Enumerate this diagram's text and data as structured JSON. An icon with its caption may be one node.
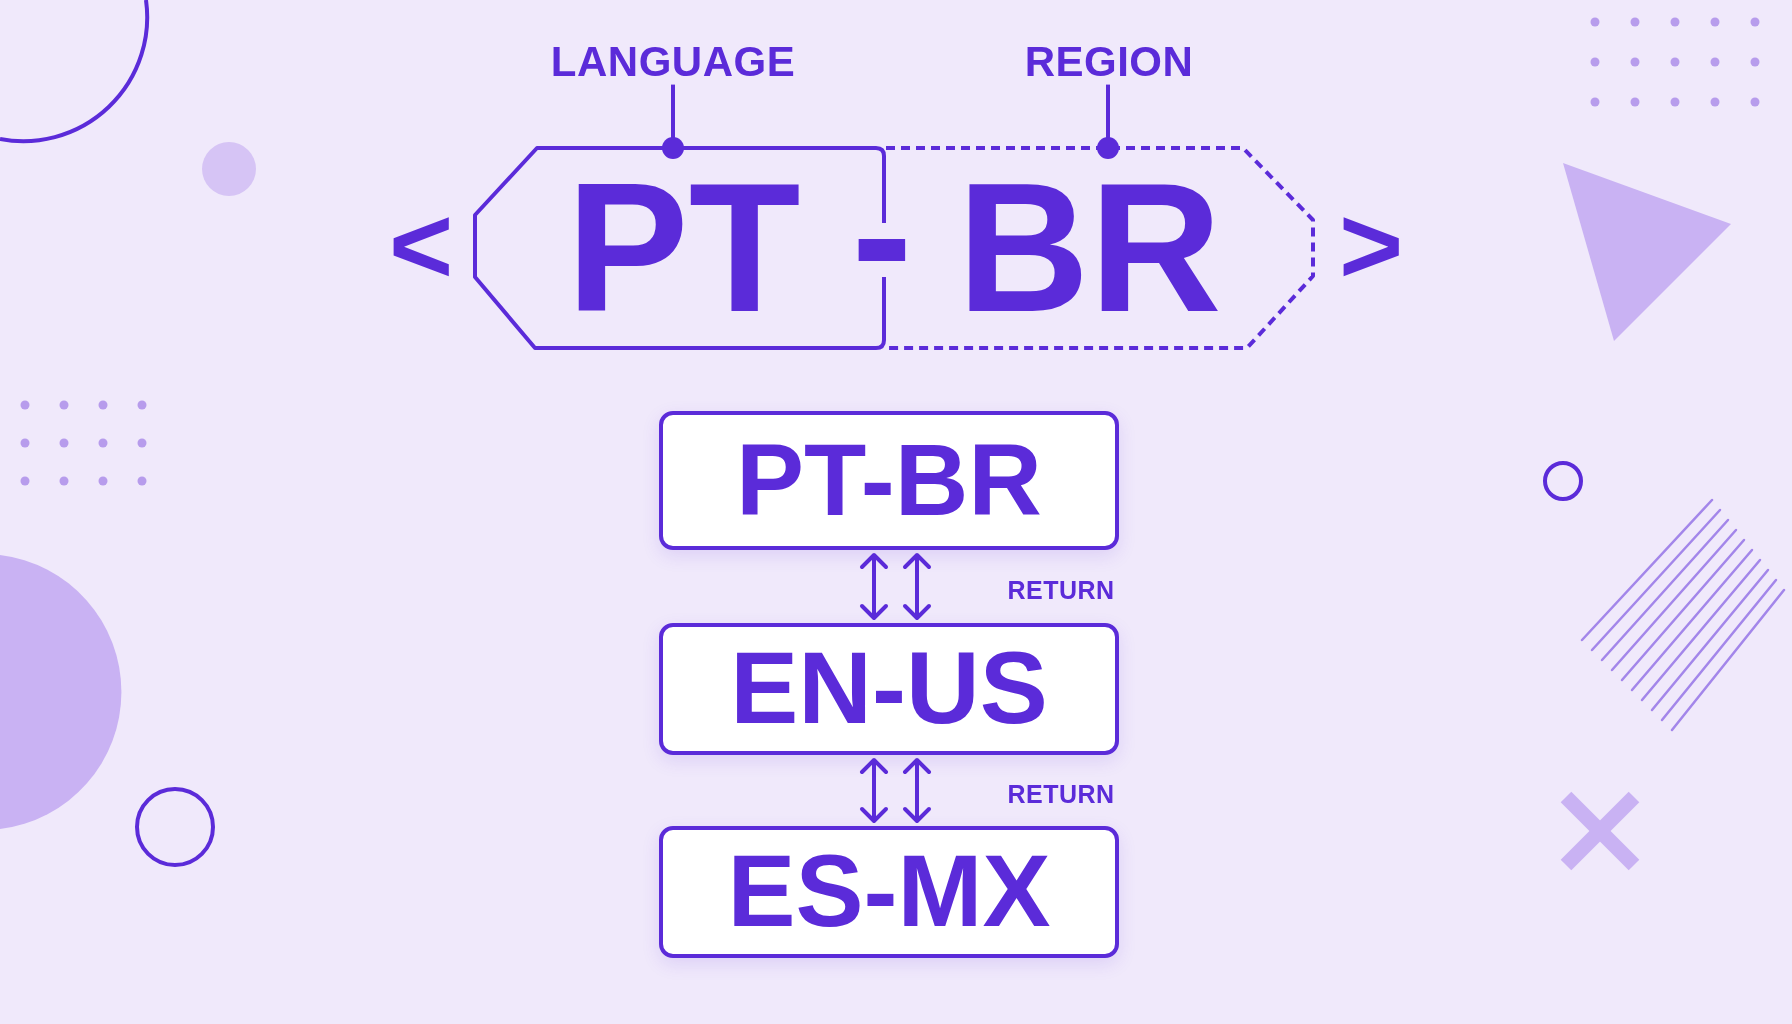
{
  "diagram": {
    "nodes": [
      {
        "text": [
          "LANGUAGE"
        ]
      },
      {
        "text": [
          "REGION"
        ]
      },
      {
        "text": [
          "PT"
        ]
      },
      {
        "text": [
          "BR"
        ]
      },
      {
        "text": [
          "PT-BR"
        ]
      },
      {
        "text": [
          "EN-US"
        ]
      },
      {
        "text": [
          "ES-MX"
        ]
      }
    ],
    "edges": [
      {
        "from": 0,
        "to": 2,
        "arrow": "other"
      },
      {
        "from": 1,
        "to": 3,
        "arrow": "other"
      },
      {
        "from": 4,
        "to": 5,
        "arrow": "both"
      },
      {
        "from": 4,
        "to": 5,
        "arrow": "both",
        "label": "RETURN"
      },
      {
        "from": 5,
        "to": 6,
        "arrow": "both"
      },
      {
        "from": 5,
        "to": 6,
        "arrow": "both",
        "label": "RETURN"
      }
    ],
    "labels": [
      "<",
      "-",
      ">"
    ]
  }
}
